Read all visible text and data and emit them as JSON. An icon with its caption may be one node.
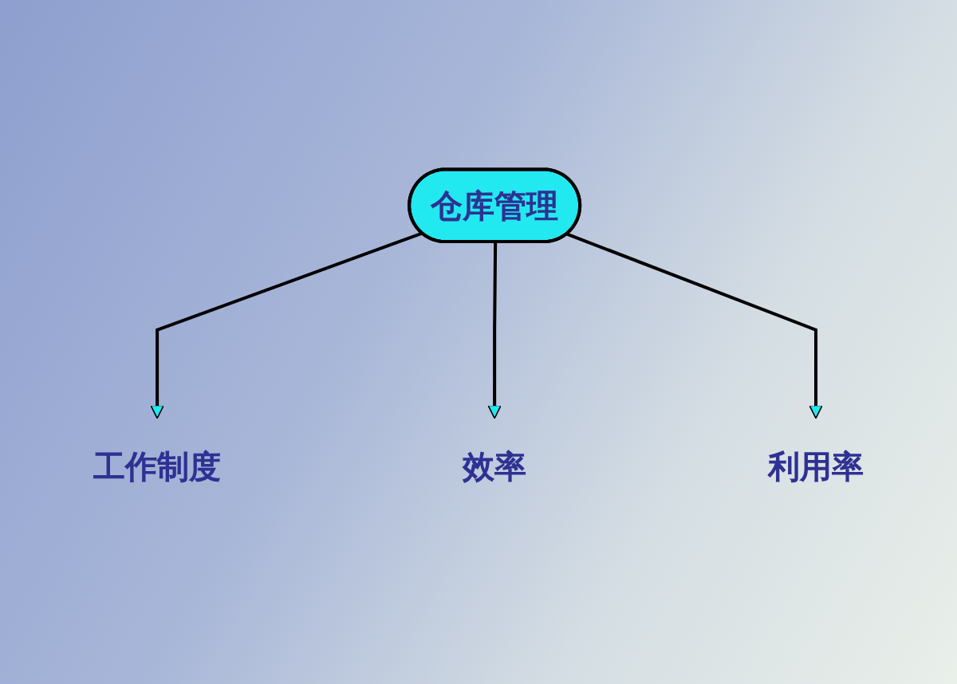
{
  "diagram": {
    "nodes": [
      {
        "text": [
          "工作制度"
        ]
      },
      {
        "text": [
          "效率"
        ]
      },
      {
        "text": [
          "仓库管理"
        ]
      },
      {
        "text": [
          "利用率"
        ]
      }
    ],
    "edges": [
      {
        "from": 2,
        "to": 0,
        "arrow": "to"
      },
      {
        "from": 2,
        "to": 1,
        "arrow": "to"
      },
      {
        "from": 2,
        "to": 3,
        "arrow": "to"
      }
    ]
  }
}
